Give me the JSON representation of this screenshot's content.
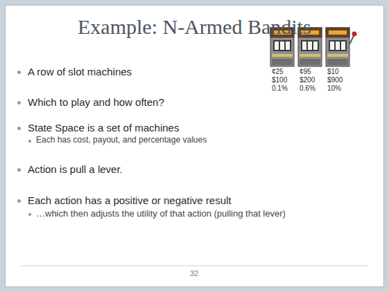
{
  "diagram": {
    "title": "Example: N-Armed Bandits",
    "labels": [
      "A row of slot machines",
      "Which to play and how often?",
      "State Space is a set of machines",
      "Each has cost, payout, and percentage values",
      "Action is pull a lever.",
      "Each action has a positive or negative result",
      "…which then adjusts the utility of that action (pulling that lever)",
      "¢25",
      "$100",
      "0.1%",
      "¢95",
      "$200",
      "0.6%",
      "$10",
      "$900",
      "10%",
      "32"
    ]
  }
}
